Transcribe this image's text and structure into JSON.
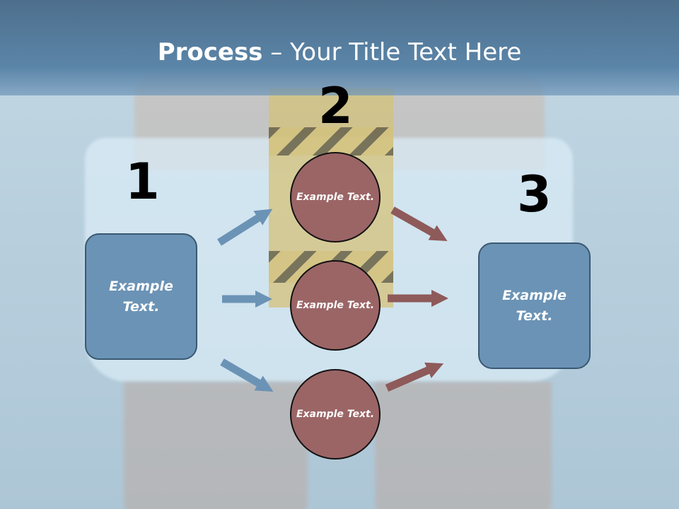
{
  "title": {
    "bold": "Process",
    "rest": " – Your Title Text Here"
  },
  "steps": {
    "n1": "1",
    "n2": "2",
    "n3": "3"
  },
  "box_left": "Example Text.",
  "box_right": "Example Text.",
  "circles": [
    {
      "label": "Example Text."
    },
    {
      "label": "Example Text."
    },
    {
      "label": "Example Text."
    }
  ],
  "colors": {
    "box_fill": "#6b93b5",
    "circle_fill": "#9b6566",
    "arrow_blue": "#6b93b5",
    "arrow_red": "#8e5a5a",
    "header": "#5b85a8"
  }
}
